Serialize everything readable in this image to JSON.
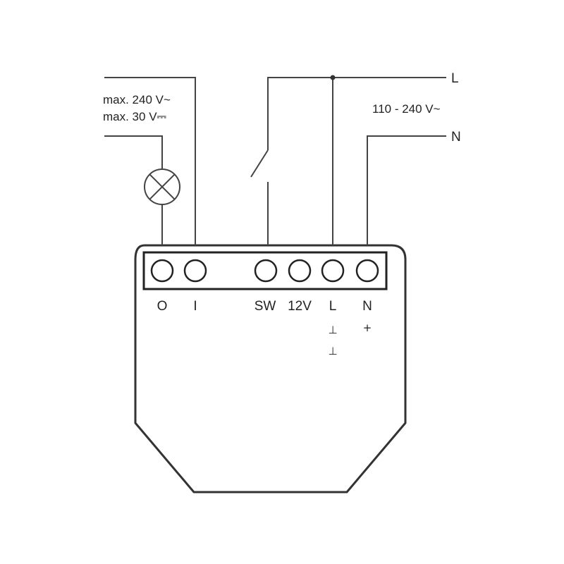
{
  "load_ratings": [
    "max. 240 V~",
    "max. 30 V⎓"
  ],
  "supply": {
    "line_label": "L",
    "neutral_label": "N",
    "voltage": "110 - 240 V~"
  },
  "terminals": [
    "O",
    "I",
    "SW",
    "12V",
    "L",
    "N"
  ],
  "dc_symbols": {
    "l_upper": "⊥",
    "l_lower": "⊥",
    "n_plus": "+"
  },
  "icons": {
    "lamp": "lamp-icon",
    "switch": "switch-icon"
  }
}
